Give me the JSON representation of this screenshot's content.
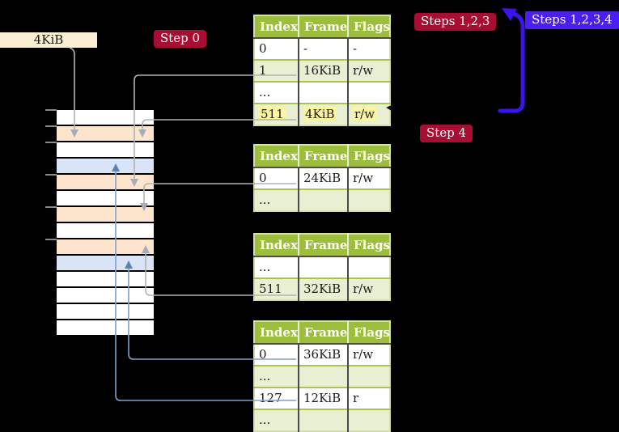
{
  "frame_size_label": "4KiB",
  "step_labels": {
    "step0": "Step 0",
    "steps123": "Steps 1,2,3",
    "steps1234": "Steps 1,2,3,4",
    "step4": "Step 4"
  },
  "memory_strip": {
    "description": "vertical physical-memory strip of 4KiB frames, top to bottom",
    "cells": [
      "white",
      "orange",
      "white",
      "blue",
      "orange",
      "white",
      "orange",
      "white",
      "orange",
      "blue",
      "white",
      "white",
      "white",
      "white"
    ]
  },
  "page_tables": [
    {
      "name": "page-table-step0",
      "headers": [
        "Index",
        "Frame",
        "Flags"
      ],
      "rows": [
        {
          "cells": [
            "0",
            "-",
            "-"
          ],
          "shaded": false,
          "highlighted": false
        },
        {
          "cells": [
            "1",
            "16KiB",
            "r/w"
          ],
          "shaded": true,
          "highlighted": false
        },
        {
          "cells": [
            "...",
            "",
            ""
          ],
          "shaded": false,
          "highlighted": false
        },
        {
          "cells": [
            "511",
            "4KiB",
            "r/w"
          ],
          "shaded": true,
          "highlighted": true
        }
      ]
    },
    {
      "name": "page-table-step4-a",
      "headers": [
        "Index",
        "Frame",
        "Flags"
      ],
      "rows": [
        {
          "cells": [
            "0",
            "24KiB",
            "r/w"
          ],
          "shaded": false,
          "highlighted": false
        },
        {
          "cells": [
            "...",
            "",
            ""
          ],
          "shaded": true,
          "highlighted": false
        }
      ]
    },
    {
      "name": "page-table-step4-b",
      "headers": [
        "Index",
        "Frame",
        "Flags"
      ],
      "rows": [
        {
          "cells": [
            "...",
            "",
            ""
          ],
          "shaded": false,
          "highlighted": false
        },
        {
          "cells": [
            "511",
            "32KiB",
            "r/w"
          ],
          "shaded": true,
          "highlighted": false
        }
      ]
    },
    {
      "name": "page-table-step4-c",
      "headers": [
        "Index",
        "Frame",
        "Flags"
      ],
      "rows": [
        {
          "cells": [
            "0",
            "36KiB",
            "r/w"
          ],
          "shaded": false,
          "highlighted": false
        },
        {
          "cells": [
            "...",
            "",
            ""
          ],
          "shaded": true,
          "highlighted": false
        },
        {
          "cells": [
            "127",
            "12KiB",
            "r"
          ],
          "shaded": false,
          "highlighted": false
        },
        {
          "cells": [
            "...",
            "",
            ""
          ],
          "shaded": true,
          "highlighted": false
        }
      ]
    }
  ],
  "colors": {
    "background": "#000000",
    "table_header_bg": "#9dbe3c",
    "table_row_shade": "#e9efd3",
    "highlight_yellow": "#fbf5a1",
    "frame_label_bg": "#faefd3",
    "memory_frame_orange": "#fce4cd",
    "memory_frame_blue": "#d9e5f6",
    "step_label_red": "#a80d32",
    "step_label_blue": "#4b1fef",
    "connector_gray": "#b3b3b3",
    "arrow_gray": "#a6adb8",
    "connector_blue": "#7fa0cb",
    "arrow_blue": "#5e81b5",
    "big_arrow_blue": "#3c12ee",
    "black_tick": "#0d0d0d"
  }
}
